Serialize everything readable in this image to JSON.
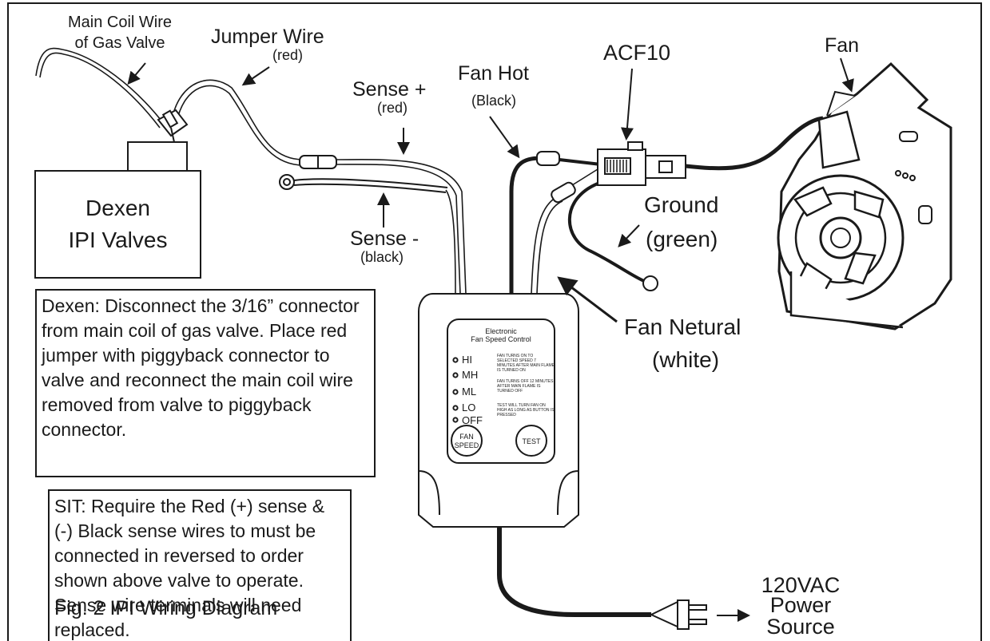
{
  "labels": {
    "main_coil": [
      "Main Coil Wire",
      "of Gas Valve"
    ],
    "jumper": "Jumper Wire",
    "jumper_color": "(red)",
    "sense_plus": "Sense +",
    "sense_plus_color": "(red)",
    "fan_hot": "Fan Hot",
    "fan_hot_color": "(Black)",
    "acf10": "ACF10",
    "fan": "Fan",
    "ground": "Ground",
    "ground_color": "(green)",
    "sense_minus": "Sense -",
    "sense_minus_color": "(black)",
    "valve_box": [
      "Dexen",
      "IPI Valves"
    ],
    "fan_neutral": "Fan Netural",
    "fan_neutral_color": "(white)",
    "power": [
      "120VAC",
      "Power",
      "Source"
    ],
    "figure_caption": "Fig. 2 IPI Wiring Diagram"
  },
  "notes": {
    "dexen": "Dexen: Disconnect the 3/16” connector from main coil of gas valve. Place red jumper with piggyback connector to valve and reconnect the main coil wire removed from valve to piggyback connector.",
    "sit": "SIT:  Require the Red (+) sense  & (-) Black sense wires to must be connected in reversed to order shown above valve to operate. Sense wire terminals will need replaced."
  },
  "control": {
    "title": [
      "Electronic",
      "Fan Speed Control"
    ],
    "speeds": [
      "HI",
      "MH",
      "ML",
      "LO",
      "OFF"
    ],
    "info": [
      "FAN TURNS ON TO SELECTED SPEED 7 MINUTES AFTER MAIN FLAME IS TURNED ON",
      "FAN TURNS OFF 12 MINUTES AFTER MAIN FLAME IS TURNED OFF",
      "TEST WILL TURN FAN ON HIGH AS LONG AS BUTTON IS PRESSED"
    ],
    "fan_speed_button": [
      "FAN",
      "SPEED"
    ],
    "test_button": "TEST"
  }
}
